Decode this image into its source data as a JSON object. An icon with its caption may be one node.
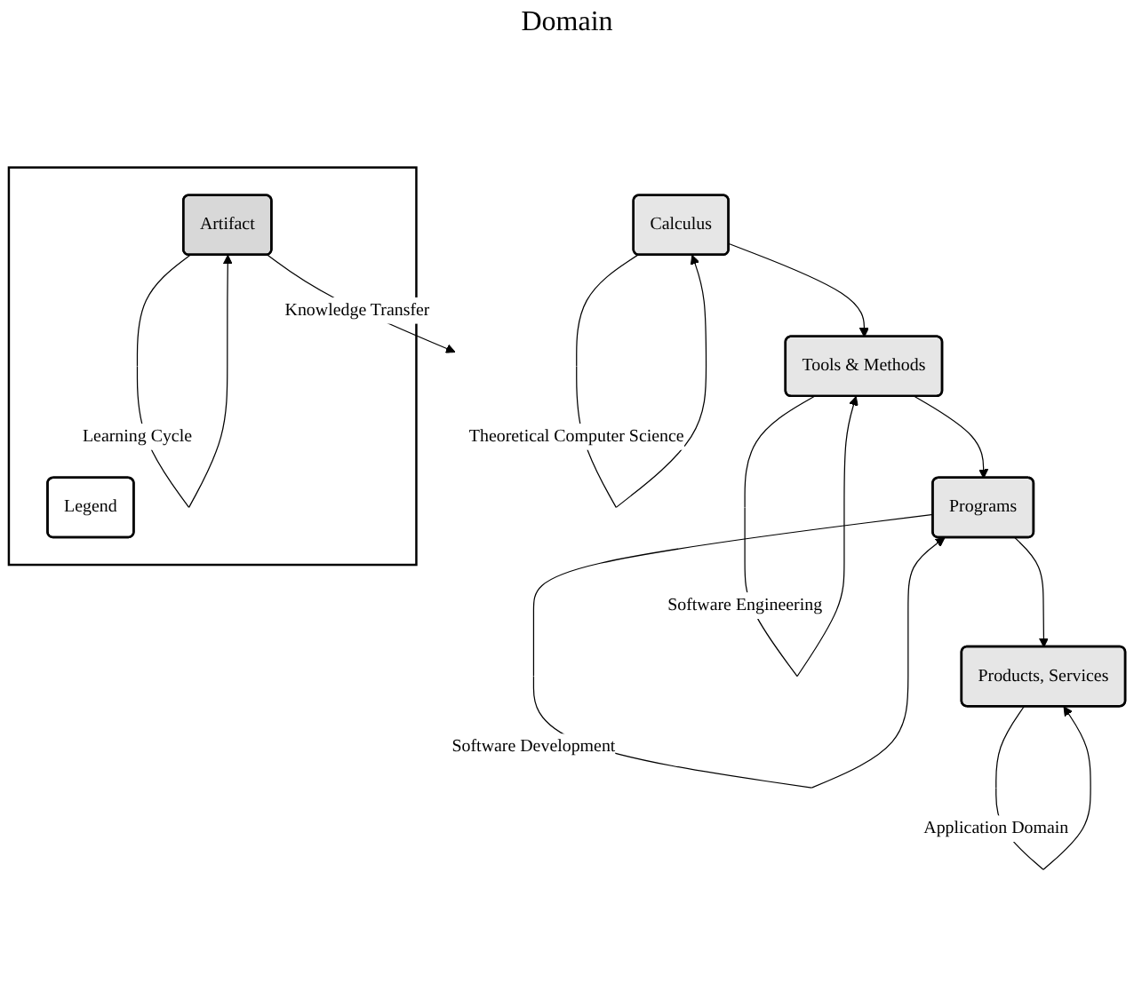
{
  "diagram": {
    "nodes": [
      {
        "text": [
          "Calculus"
        ]
      },
      {
        "text": [
          "Tools & Methods"
        ]
      },
      {
        "text": [
          "Programs"
        ]
      },
      {
        "text": [
          "Products, Services"
        ]
      },
      {
        "text": [],
        "shape": "box"
      },
      {
        "text": [
          "Artifact"
        ],
        "in": 4
      },
      {
        "text": [
          "Legend"
        ],
        "in": 4
      }
    ],
    "edges": [
      {
        "from": 0,
        "to": 0,
        "arrow": "to",
        "label": "Theoretical Computer Science"
      },
      {
        "from": 0,
        "to": 1,
        "arrow": "to"
      },
      {
        "from": 1,
        "to": 1,
        "arrow": "to",
        "label": "Software Engineering"
      },
      {
        "from": 1,
        "to": 2,
        "arrow": "to"
      },
      {
        "from": 2,
        "to": 2,
        "arrow": "to",
        "label": "Software Development"
      },
      {
        "from": 2,
        "to": 3,
        "arrow": "to"
      },
      {
        "from": 3,
        "to": 3,
        "arrow": "to",
        "label": "Application Domain"
      },
      {
        "from": 5,
        "to": 5,
        "arrow": "to",
        "label": "Learning Cycle"
      },
      {
        "from": 5,
        "to": null,
        "arrow": "to",
        "label": "Knowledge Transfer"
      }
    ],
    "labels": [
      "Domain"
    ]
  }
}
